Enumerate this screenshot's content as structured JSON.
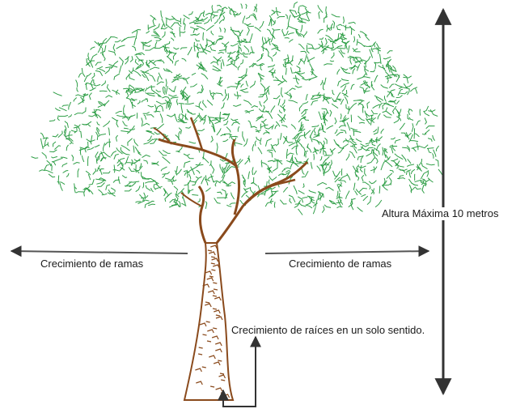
{
  "labels": {
    "max_height": "Altura Máxima 10 metros",
    "branch_growth_left": "Crecimiento de ramas",
    "branch_growth_right": "Crecimiento de ramas",
    "root_growth": "Crecimiento de raíces en un solo sentido."
  },
  "colors": {
    "foliage": "#2e9e46",
    "trunk": "#8a4a1c",
    "arrow": "#333333",
    "background": "#ffffff"
  },
  "icons": {
    "height_arrow": "double-vertical-arrow",
    "left_arrow": "arrow-left",
    "right_arrow": "arrow-right",
    "root_arrow": "elbow-arrow-up"
  }
}
